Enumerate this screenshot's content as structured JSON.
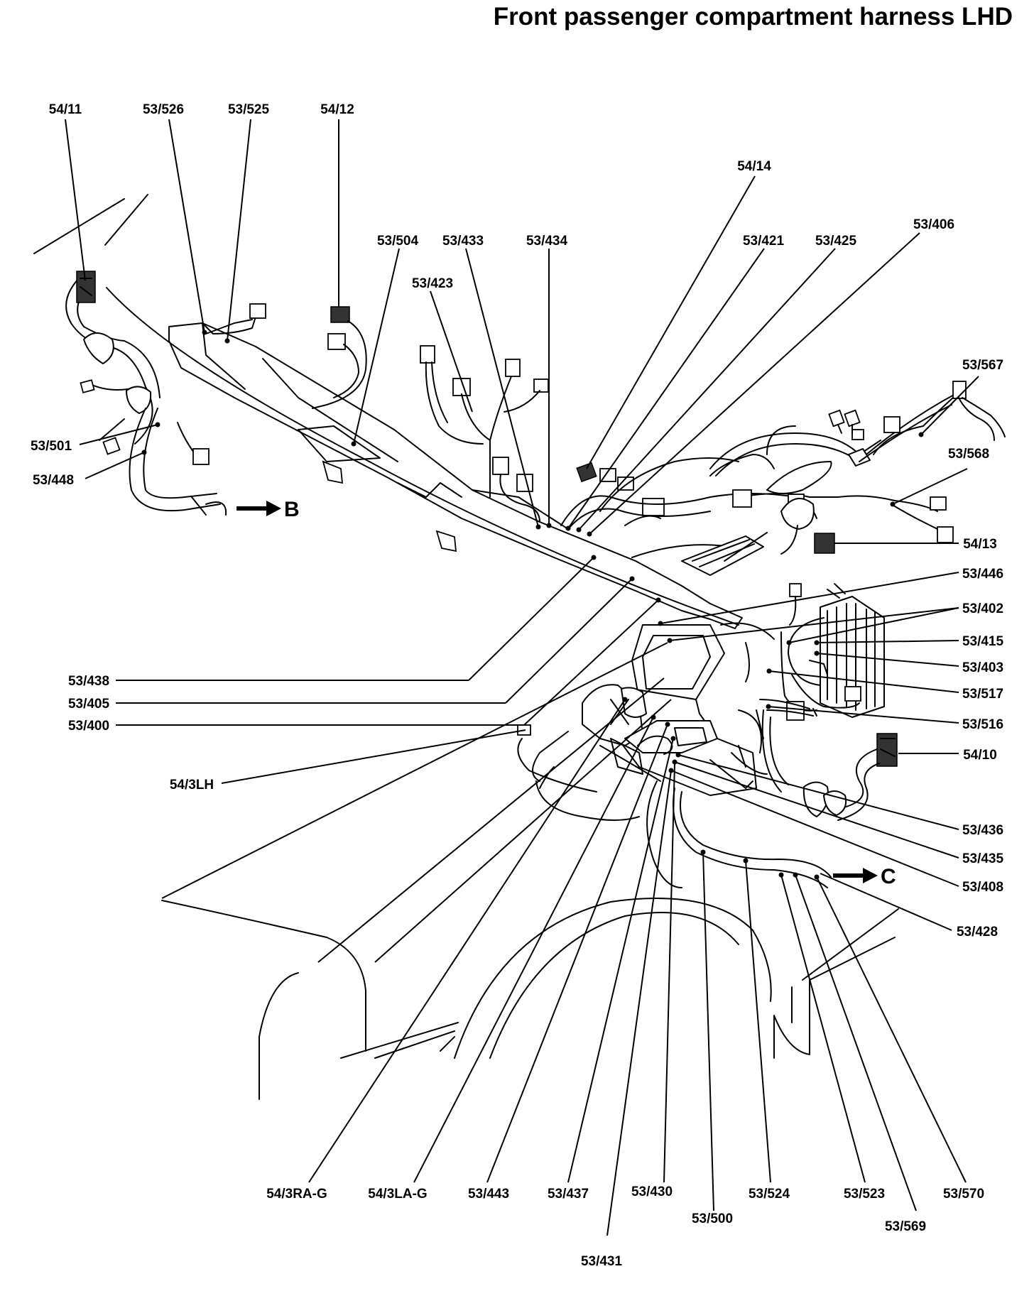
{
  "title": "Front passenger compartment harness LHD",
  "arrows": {
    "b": "B",
    "c": "C"
  },
  "labels": {
    "l54_11": "54/11",
    "l53_526": "53/526",
    "l53_525": "53/525",
    "l54_12": "54/12",
    "l54_14": "54/14",
    "l53_406": "53/406",
    "l53_504": "53/504",
    "l53_433": "53/433",
    "l53_434": "53/434",
    "l53_421": "53/421",
    "l53_425": "53/425",
    "l53_423": "53/423",
    "l53_567": "53/567",
    "l53_568": "53/568",
    "l53_501": "53/501",
    "l53_448": "53/448",
    "l54_13": "54/13",
    "l53_446": "53/446",
    "l53_402": "53/402",
    "l53_415": "53/415",
    "l53_403": "53/403",
    "l53_517": "53/517",
    "l53_516": "53/516",
    "l54_10": "54/10",
    "l53_438": "53/438",
    "l53_405": "53/405",
    "l53_400": "53/400",
    "l54_3LH": "54/3LH",
    "l53_436": "53/436",
    "l53_435": "53/435",
    "l53_408": "53/408",
    "l53_428": "53/428",
    "l54_3RA_G": "54/3RA-G",
    "l54_3LA_G": "54/3LA-G",
    "l53_443": "53/443",
    "l53_437": "53/437",
    "l53_430": "53/430",
    "l53_524": "53/524",
    "l53_523": "53/523",
    "l53_570": "53/570",
    "l53_500": "53/500",
    "l53_569": "53/569",
    "l53_431": "53/431"
  }
}
